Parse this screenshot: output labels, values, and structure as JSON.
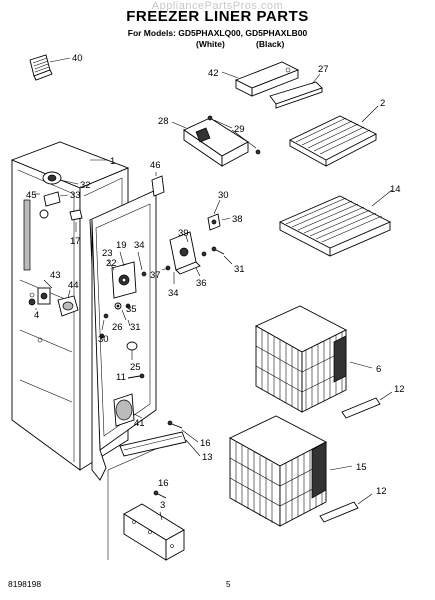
{
  "header": {
    "watermark": "AppliancePartsPros.com",
    "title": "FREEZER LINER PARTS",
    "models_line": "For Models: GD5PHAXLQ00, GD5PHAXLB00",
    "variant_white": "(White)",
    "variant_black": "(Black)"
  },
  "footer": {
    "doc_number": "8198198",
    "page_mark": "5"
  },
  "callouts": {
    "c40": "40",
    "c1": "1",
    "c32": "32",
    "c45": "45",
    "c33": "33",
    "c17": "17",
    "c23": "23",
    "c19": "19",
    "c34a": "34",
    "c22": "22",
    "c43": "43",
    "c44": "44",
    "c4": "4",
    "c35": "35",
    "c26": "26",
    "c31a": "31",
    "c30a": "30",
    "c25": "25",
    "c11": "11",
    "c41": "41",
    "c46": "46",
    "c42": "42",
    "c27": "27",
    "c28": "28",
    "c29": "29",
    "c2": "2",
    "c14": "14",
    "c30b": "30",
    "c38": "38",
    "c39": "39",
    "c37": "37",
    "c36": "36",
    "c34b": "34",
    "c31b": "31",
    "c6": "6",
    "c12a": "12",
    "c16a": "16",
    "c13": "13",
    "c15": "15",
    "c16b": "16",
    "c3": "3",
    "c12b": "12"
  }
}
